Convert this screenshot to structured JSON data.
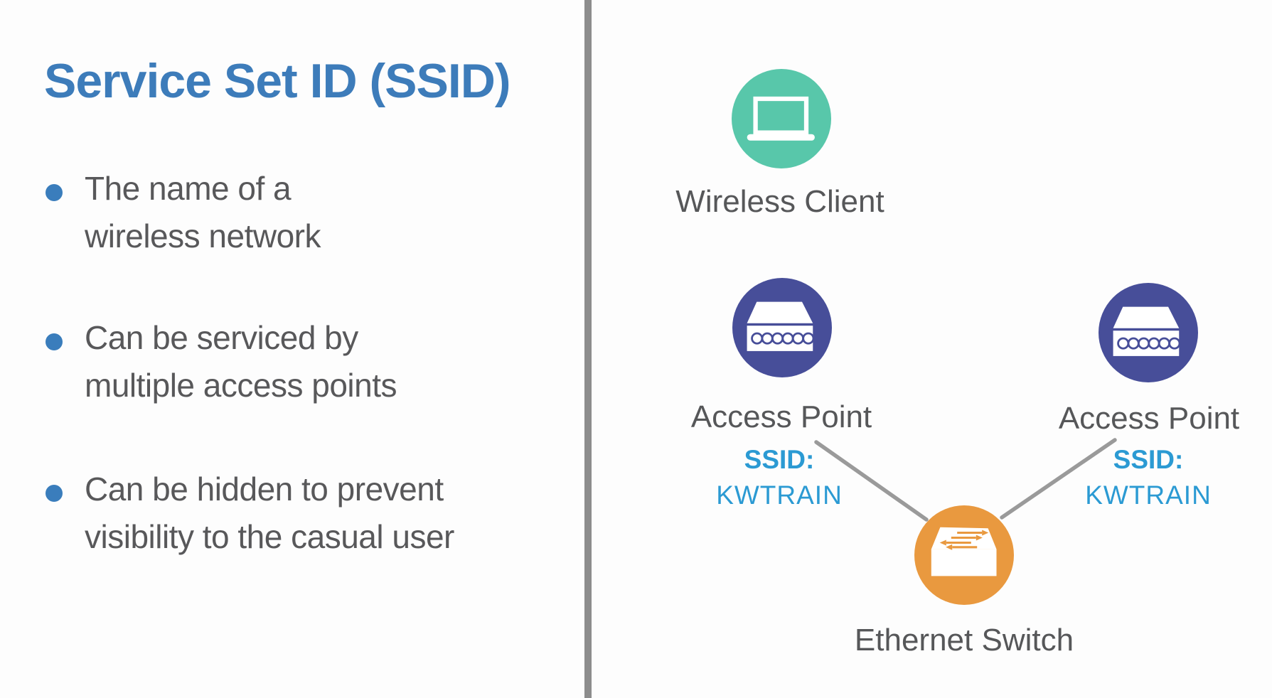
{
  "slide": {
    "title": "Service Set ID (SSID)",
    "bullets": [
      {
        "lines": [
          "The name of a",
          "wireless network"
        ]
      },
      {
        "lines": [
          "Can be serviced by",
          "multiple access points"
        ]
      },
      {
        "lines": [
          "Can be hidden to prevent",
          "visibility to the casual user"
        ]
      }
    ]
  },
  "diagram": {
    "wireless_client": {
      "label": "Wireless Client",
      "icon": "laptop-icon",
      "color": "#58c7aa"
    },
    "access_point_left": {
      "label": "Access Point",
      "icon": "access-point-icon",
      "color": "#474e99",
      "ssid_label": "SSID:",
      "ssid_value": "KWTRAIN"
    },
    "access_point_right": {
      "label": "Access Point",
      "icon": "access-point-icon",
      "color": "#474e99",
      "ssid_label": "SSID:",
      "ssid_value": "KWTRAIN"
    },
    "ethernet_switch": {
      "label": "Ethernet Switch",
      "icon": "switch-icon",
      "color": "#e9993f"
    }
  },
  "colors": {
    "title_blue": "#3d7cba",
    "body_gray": "#58585a",
    "ssid_blue": "#2b9ad3",
    "teal_node": "#58c7aa",
    "indigo_node": "#474e99",
    "orange_node": "#e9993f",
    "divider_gray": "#8d8d8d",
    "connector_gray": "#9a9a9a",
    "background": "#fdfdfd"
  }
}
